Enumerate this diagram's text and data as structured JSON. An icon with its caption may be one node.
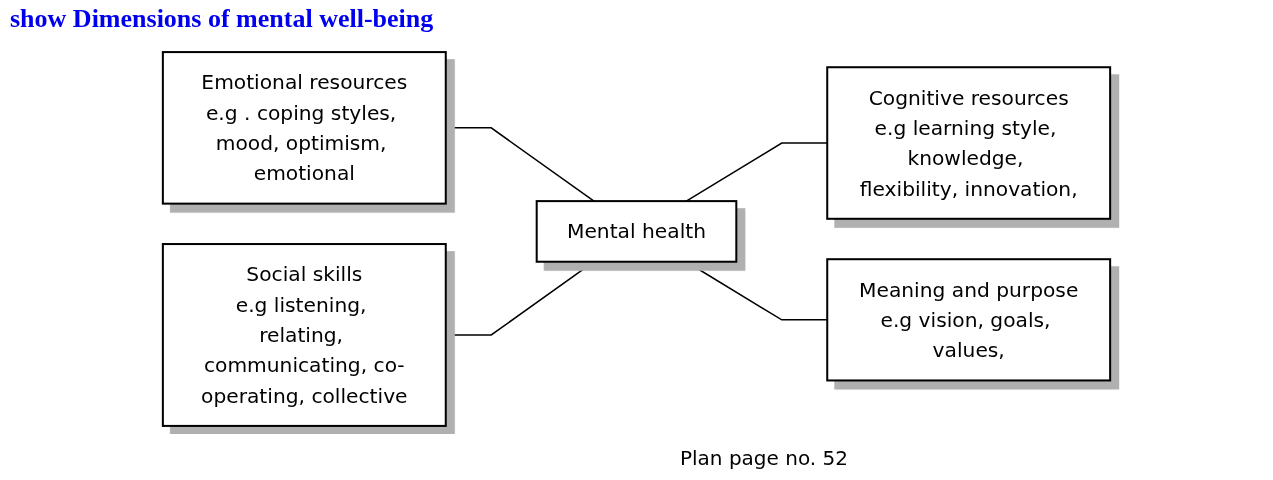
{
  "diagram": {
    "title": "show Dimensions of mental well-being",
    "nodes": [
      {
        "text": [
          "Mental health"
        ]
      },
      {
        "text": [
          "Emotional resources",
          "e.g . coping styles, mood, optimism, emotional"
        ]
      },
      {
        "text": [
          "Cognitive resources",
          "e.g learning style, knowledge, flexibility, innovation,"
        ]
      },
      {
        "text": [
          "Social skills",
          "e.g listening, relating, communicating, co-operating, collective"
        ]
      },
      {
        "text": [
          "Meaning and purpose",
          "e.g vision, goals, values,"
        ]
      }
    ],
    "edges": [
      {
        "from": 1,
        "to": 0,
        "arrow": "none"
      },
      {
        "from": 0,
        "to": 2,
        "arrow": "none"
      },
      {
        "from": 3,
        "to": 0,
        "arrow": "none"
      },
      {
        "from": 0,
        "to": 4,
        "arrow": "none"
      }
    ],
    "labels": [
      "Plan page no. 52"
    ]
  }
}
